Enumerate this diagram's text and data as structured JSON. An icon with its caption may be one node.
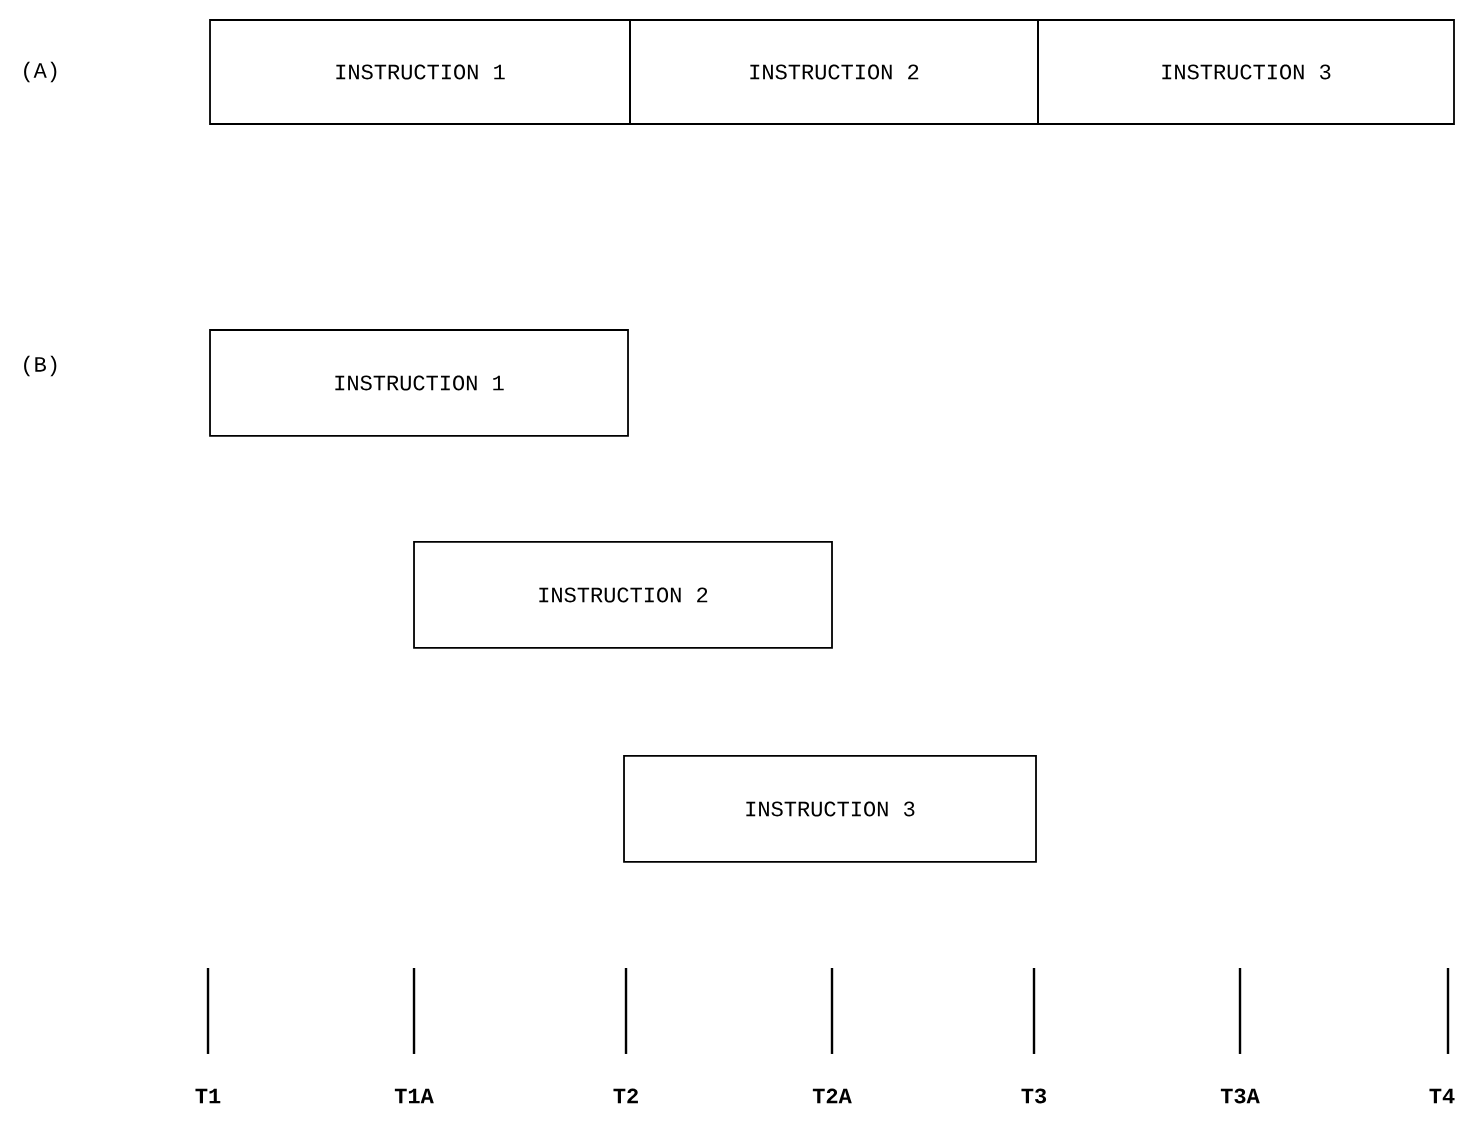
{
  "diagram": {
    "nodes": [
      {
        "text": [
          "INSTRUCTION 1"
        ]
      },
      {
        "text": [
          "INSTRUCTION 2"
        ]
      },
      {
        "text": [
          "INSTRUCTION 3"
        ]
      },
      {
        "text": [
          "INSTRUCTION 1"
        ]
      },
      {
        "text": [
          "INSTRUCTION 2"
        ]
      },
      {
        "text": [
          "INSTRUCTION 3"
        ]
      }
    ],
    "labels": [
      "(A)",
      "(B)",
      "T1",
      "T1A",
      "T2",
      "T2A",
      "T3",
      "T3A",
      "T4"
    ]
  }
}
